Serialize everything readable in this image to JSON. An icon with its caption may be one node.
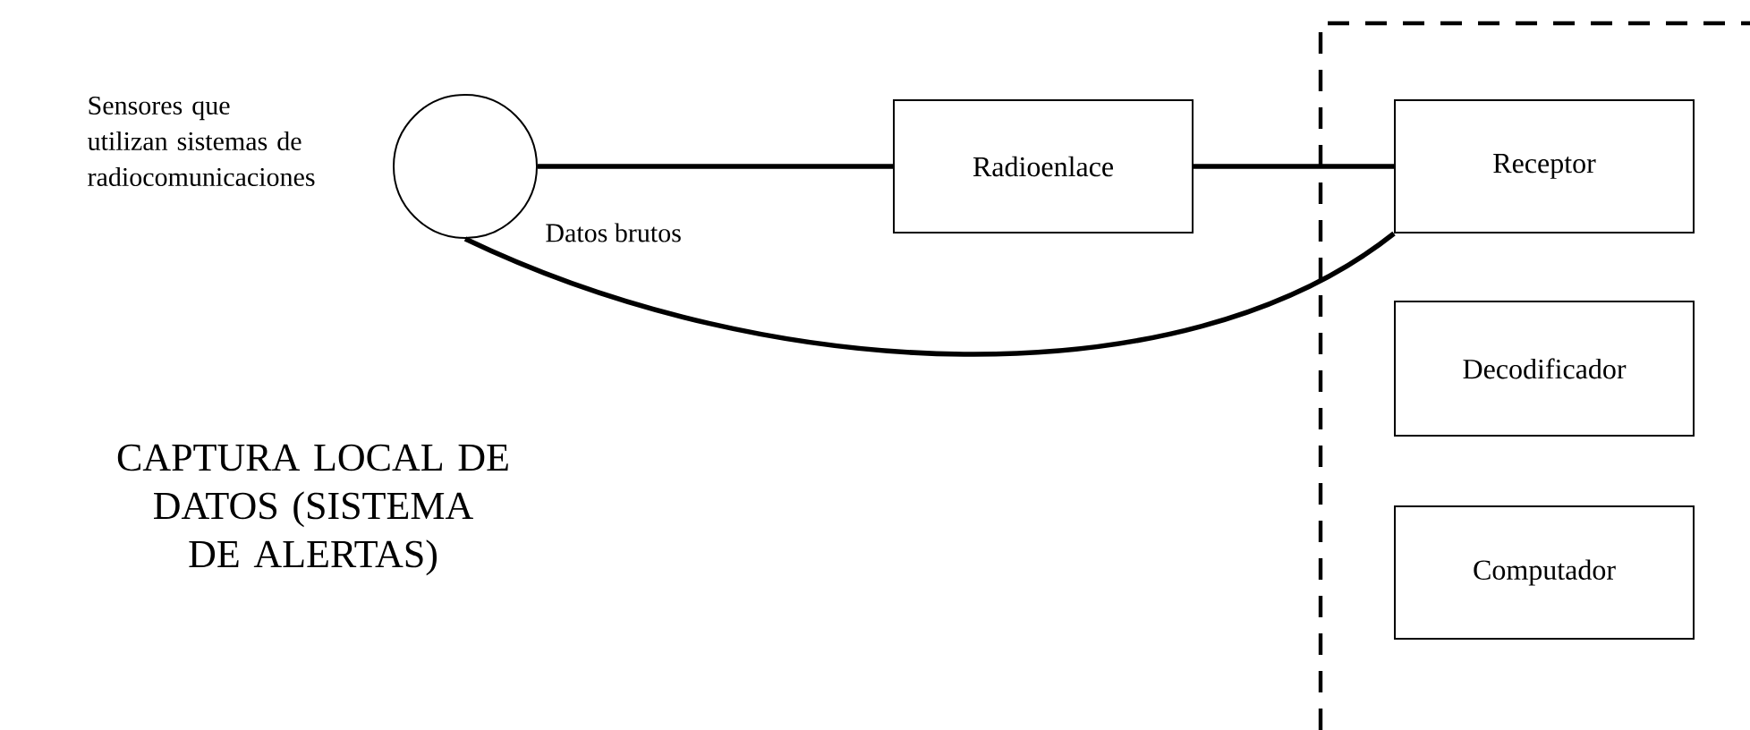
{
  "diagram": {
    "nodes": [
      {
        "text": [],
        "shape": "circle",
        "beside": [
          "Sensores que utilizan sistemas de radiocomunicaciones"
        ]
      },
      {
        "text": [
          "Radioenlace"
        ]
      },
      {
        "text": [
          "Receptor"
        ]
      },
      {
        "text": [
          "Decodificador"
        ]
      },
      {
        "text": [
          "Computador"
        ]
      }
    ],
    "edges": [
      {
        "from": 0,
        "to": 1,
        "arrow": "none",
        "label": "Datos brutos"
      },
      {
        "from": 1,
        "to": 2,
        "arrow": "none"
      },
      {
        "from": 0,
        "to": 2,
        "arrow": "none"
      }
    ],
    "title": "CAPTURA LOCAL DE DATOS (SISTEMA DE ALERTAS)"
  }
}
